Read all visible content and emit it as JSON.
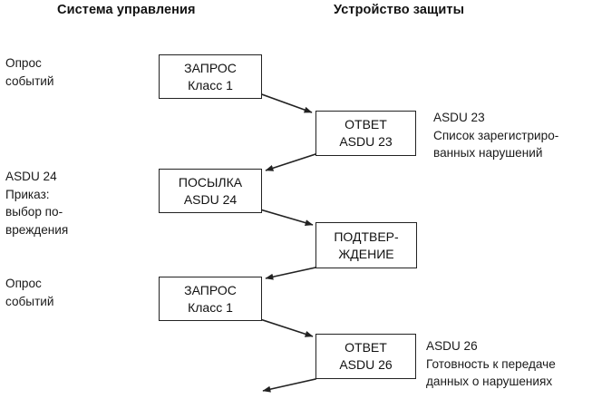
{
  "headers": {
    "left": "Система управления",
    "right": "Устройство защиты"
  },
  "left_notes": [
    {
      "text": "Опрос\nсобытий"
    },
    {
      "text": "ASDU 24\nПриказ:\nвыбор по-\nвреждения"
    },
    {
      "text": "Опрос\nсобытий"
    }
  ],
  "right_notes": [
    {
      "text": "ASDU 23\nСписок зарегистриро-\nванных нарушений"
    },
    {
      "text": "ASDU 26\nГотовность к передаче\nданных о нарушениях"
    }
  ],
  "nodes": [
    {
      "line1": "ЗАПРОС",
      "line2": "Класс 1"
    },
    {
      "line1": "ОТВЕТ",
      "line2": "ASDU 23"
    },
    {
      "line1": "ПОСЫЛКА",
      "line2": "ASDU 24"
    },
    {
      "line1": "ПОДТВЕР-",
      "line2": "ЖДЕНИЕ"
    },
    {
      "line1": "ЗАПРОС",
      "line2": "Класс 1"
    },
    {
      "line1": "ОТВЕТ",
      "line2": "ASDU 26"
    }
  ],
  "colors": {
    "stroke": "#222222",
    "text": "#1a1a1a",
    "background": "#ffffff"
  }
}
